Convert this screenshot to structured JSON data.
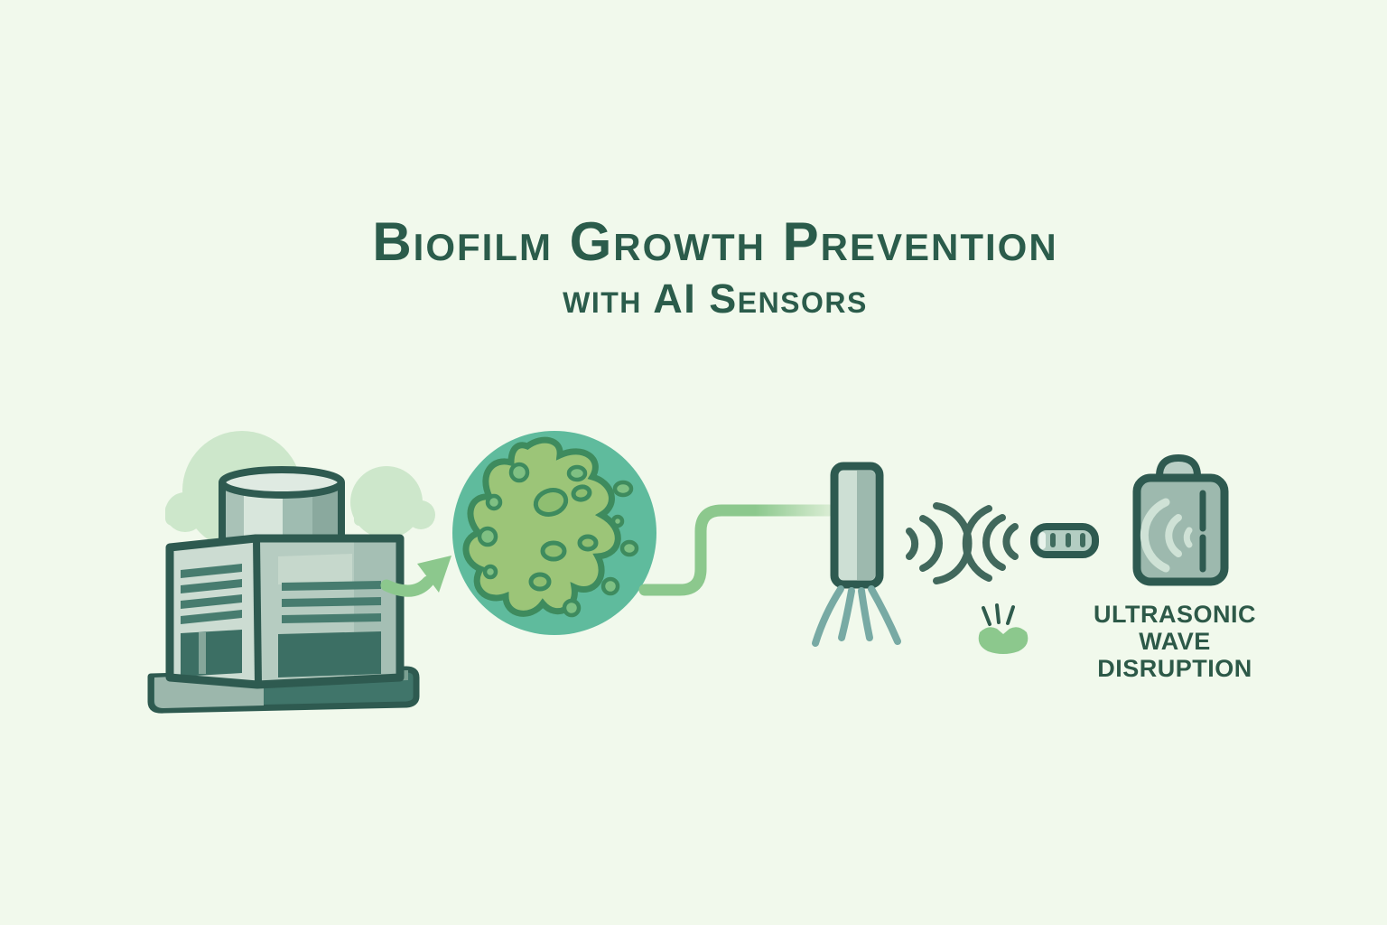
{
  "title": {
    "line1": "Biofilm Growth Prevention",
    "line2": "with AI Sensors"
  },
  "diagram": {
    "emitter_label": "ULTRASONIC\nWAVE\nDISRUPTION",
    "flow_steps": [
      "cooling-tower",
      "biofilm-microbe-sample",
      "sensor-probe-spray",
      "opposing-ultrasonic-waves",
      "ai-sensor-chip",
      "dislodged-biofilm-fragment",
      "ultrasonic-emitter-device"
    ]
  },
  "icons": {
    "clouds-icon": "flat-bottomed cloud shapes",
    "cooling-tower-icon": "isometric louvered cooling-tower building on plinth with cylinder stack",
    "flow-arrow-icon": "curved green arrow",
    "biofilm-microbe-icon": "teal circle containing green amoeba blob with bubbles",
    "pipe-connector-icon": "green S-curved connector line",
    "sensor-probe-icon": "vertical probe emitting downward spray",
    "ultrasonic-waves-icon": "facing sound-wave arc sets ))) (((",
    "ai-chip-icon": "pill-shaped module with three slots",
    "dislodged-biofilm-icon": "green fragment with impact ticks",
    "ultrasonic-emitter-icon": "rounded emitter box with internal wave arcs and indicator bar"
  },
  "colors": {
    "background": "#f1f9ec",
    "title_text": "#2b5c4b",
    "label_text": "#2d5948",
    "outline": "#2e5a50",
    "cloud": "#cde7cb",
    "face_light": "#ccdcd2",
    "face_mid": "#b6ccc1",
    "face_dark_strip": "#a5bfb4",
    "face_top_band": "#c6d8cc",
    "slat": "#477c6f",
    "panel_dark": "#3c6f64",
    "panel_divider": "#86a79b",
    "base_dark": "#40756a",
    "base_light": "#9cb7ac",
    "base_sliver": "#7ba092",
    "cyl_band1": "#a9c2b7",
    "cyl_band2": "#d8e6dc",
    "cyl_band3": "#9fbcb1",
    "cyl_band4": "#8aa99e",
    "cyl_top": "#dfeae2",
    "arrow_green": "#8cc88d",
    "circle_teal": "#5fbb9d",
    "blob_green": "#9cc578",
    "blob_outline": "#3e8b5e",
    "hole_green": "#8fbe71",
    "bubble_green": "#7fc083",
    "pipe_green": "#8cc88d",
    "pipe_fade": "#d8ecd2",
    "sensor_light": "#cddfd4",
    "sensor_dark": "#9db9ae",
    "spray_teal": "#78aaa4",
    "wave_dark": "#41685c",
    "chip_fill": "#b3cdc2",
    "chip_slot": "#3f6b5e",
    "chip_highlight": "#e9f3ec",
    "sprout_green": "#8cc88d",
    "sprout_tick": "#2f5b4d",
    "device_fill": "#9db9ae",
    "device_dome": "#b9cfc5",
    "device_arc": "#cfe2d6"
  }
}
